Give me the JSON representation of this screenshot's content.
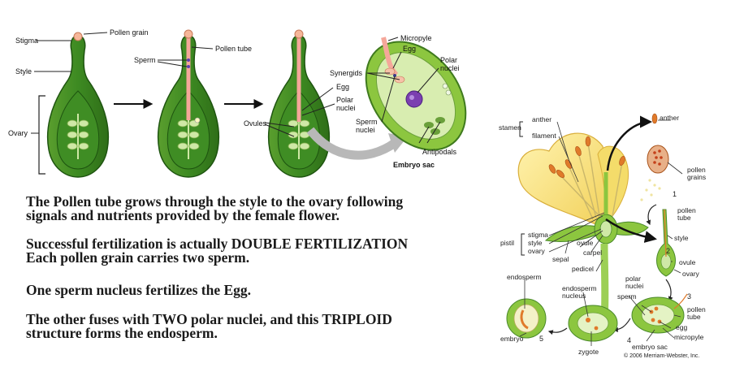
{
  "left_diagram": {
    "labels": {
      "stigma": "Stigma",
      "pollen_grain": "Pollen grain",
      "style": "Style",
      "ovary": "Ovary",
      "sperm": "Sperm",
      "pollen_tube": "Pollen tube",
      "egg": "Egg",
      "polar_nuclei": "Polar\nnuclei",
      "ovules": "Ovules",
      "micropyle": "Micropyle",
      "egg_sac": "Egg",
      "polar_nuclei_sac": "Polar\nnuclei",
      "synergids": "Synergids",
      "sperm_nuclei": "Sperm\nnuclei",
      "antipodals": "Antipodals",
      "embryo_sac": "Embryo sac"
    },
    "colors": {
      "ovary_fill": "#2e7d1e",
      "ovary_dark": "#1e5410",
      "inner_fill": "#4c9a2a",
      "pollen_tube": "#f5a79a",
      "sac_fill": "#c8e6a0",
      "nucleus": "#7b3fb0"
    }
  },
  "captions": [
    {
      "lines": [
        "The Pollen tube grows through the style to the ovary following",
        "signals and nutrients provided by the female flower."
      ]
    },
    {
      "lines": [
        "Successful fertilization is actually DOUBLE FERTILIZATION",
        "Each pollen grain carries two sperm."
      ]
    },
    {
      "lines": [
        "One sperm nucleus fertilizes the Egg."
      ]
    },
    {
      "lines": [
        "The other fuses with TWO polar nuclei, and this TRIPLOID",
        "structure forms the endosperm."
      ]
    }
  ],
  "right_diagram": {
    "labels": {
      "stamen": "stamen",
      "anther": "anther",
      "filament": "filament",
      "anther_top": "anther",
      "pollen_grains": "pollen\ngrains",
      "step1": "1",
      "pollen_tube": "pollen\ntube",
      "pistil": "pistil",
      "stigma": "stigma",
      "style": "style",
      "ovary": "ovary",
      "ovule": "ovule",
      "carpel": "carpel",
      "sepal": "sepal",
      "pedicel": "pedicel",
      "style_r": "style",
      "step2": "2",
      "ovule_r": "ovule",
      "ovary_r": "ovary",
      "endosperm": "endosperm",
      "endosperm_nucleus": "endosperm\nnucleus",
      "polar_nuclei": "polar\nnuclei",
      "sperm": "sperm",
      "step3": "3",
      "pollen_tube_r": "pollen\ntube",
      "egg": "egg",
      "micropyle": "micropyle",
      "embryo": "embryo",
      "step5": "5",
      "step4": "4",
      "embryo_sac": "embryo sac",
      "zygote": "zygote",
      "copyright": "© 2006 Merriam-Webster, Inc."
    },
    "colors": {
      "petal": "#f7e27a",
      "petal_edge": "#e0b83a",
      "green": "#8cc63f",
      "dark_green": "#4a8a2a",
      "anther": "#e07a2a",
      "pale": "#d8edb0"
    }
  }
}
